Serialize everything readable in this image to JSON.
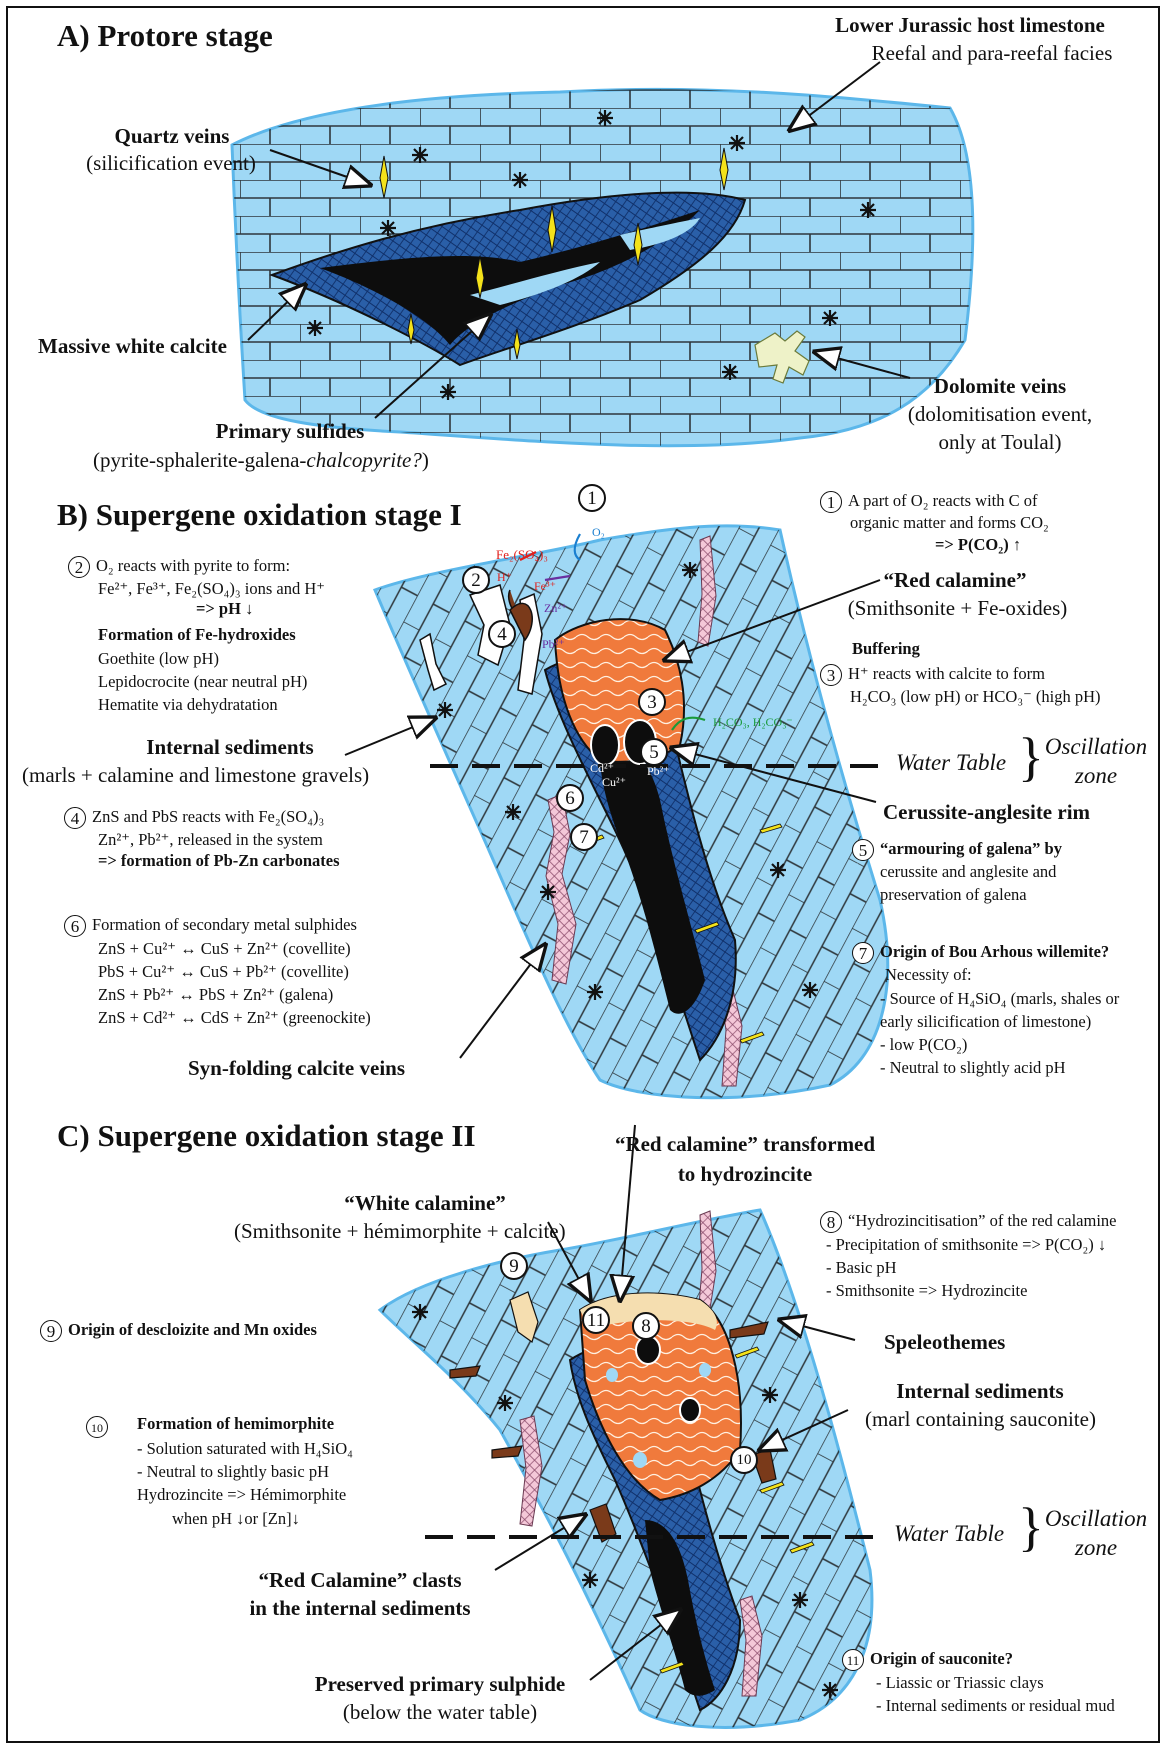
{
  "panelA": {
    "title": "A) Protore stage",
    "host_bold": "Lower Jurassic host limestone",
    "host_sub": "Reefal and para-reefal facies",
    "quartz_bold": "Quartz veins",
    "quartz_sub": "(silicification event)",
    "calcite_bold": "Massive white calcite",
    "dolomite_bold": "Dolomite veins",
    "dolomite_sub1": "(dolomitisation event,",
    "dolomite_sub2": "only at Toulal)",
    "sulfides_bold": "Primary sulfides",
    "sulfides_sub": "(pyrite-sphalerite-galena-",
    "sulfides_ital": "chalcopyrite?",
    "sulfides_end": ")"
  },
  "panelB": {
    "title": "B) Supergene oxidation stage I",
    "n1": "1",
    "n2": "2",
    "n3": "3",
    "n4": "4",
    "n5": "5",
    "n6": "6",
    "n7": "7",
    "o2": "O₂",
    "fe2so43": "Fe₂(SO₄)₃",
    "hplus": "H⁺",
    "fe3": "Fe³⁺",
    "zn2": "Zn²⁺",
    "pb2": "Pb²⁺",
    "h2co3": "H₂CO₃, H₂CO₃⁻",
    "cd2": "Cd²⁺",
    "cu2": "Cu²⁺",
    "pb2b": "Pb²⁺",
    "note1_l1": "A part of O₂ reacts with C of",
    "note1_l2": "organic matter and forms CO₂",
    "note1_l3": "=> P(CO₂) ↑",
    "red_cal_bold": "“Red calamine”",
    "red_cal_sub": "(Smithsonite + Fe-oxides)",
    "note3_title": "Buffering",
    "note3_l1": "H⁺ reacts with calcite to form",
    "note3_l2": "H₂CO₃ (low pH) or HCO₃⁻ (high pH)",
    "note2_l1": "O₂ reacts with pyrite to form:",
    "note2_l2": "Fe²⁺, Fe³⁺, Fe₂(SO₄)₃ ions and H⁺",
    "note2_l3": "=> pH ↓",
    "note2_l4": "Formation of Fe-hydroxides",
    "note2_l5": "Goethite (low pH)",
    "note2_l6": "Lepidocrocite (near neutral pH)",
    "note2_l7": "Hematite via dehydratation",
    "intsed_bold": "Internal sediments",
    "intsed_sub": "(marls + calamine and limestone gravels)",
    "water_table": "Water Table",
    "oscillation1": "Oscillation",
    "oscillation2": "zone",
    "cerussite": "Cerussite-anglesite rim",
    "note4_l1": "ZnS and PbS reacts with Fe₂(SO₄)₃",
    "note4_l2": "Zn²⁺, Pb²⁺, released in the system",
    "note4_l3": "=> formation of Pb-Zn carbonates",
    "note5_l1": "“armouring of galena” by",
    "note5_l2": "cerussite and anglesite and",
    "note5_l3": "preservation of galena",
    "note6_l1": "Formation of secondary metal sulphides",
    "note6_l2": "ZnS + Cu²⁺ ↔ CuS + Zn²⁺ (covellite)",
    "note6_l3": "PbS + Cu²⁺ ↔ CuS + Pb²⁺ (covellite)",
    "note6_l4": "ZnS + Pb²⁺ ↔ PbS + Zn²⁺ (galena)",
    "note6_l5": "ZnS + Cd²⁺ ↔ CdS + Zn²⁺ (greenockite)",
    "note7_title": "Origin of Bou Arhous willemite?",
    "note7_l1": "Necessity of:",
    "note7_l2": "- Source of H₄SiO₄ (marls, shales or",
    "note7_l3": "early silicification of limestone)",
    "note7_l4": "- low P(CO₂)",
    "note7_l5": "- Neutral to slightly acid pH",
    "synfold": "Syn-folding calcite veins"
  },
  "panelC": {
    "title": "C) Supergene oxidation stage II",
    "n8": "8",
    "n9": "9",
    "n10": "10",
    "n11": "11",
    "redtrans_l1": "“Red calamine” transformed",
    "redtrans_l2": "to hydrozincite",
    "white_bold": "“White calamine”",
    "white_sub": "(Smithsonite + hémimorphite + calcite)",
    "note8_l1": "“Hydrozincitisation” of the red calamine",
    "note8_l2": "- Precipitation of smithsonite => P(CO₂) ↓",
    "note8_l3": "- Basic pH",
    "note8_l4": "- Smithsonite  => Hydrozincite",
    "note9": "Origin of descloizite and Mn oxides",
    "speleo": "Speleothemes",
    "intsed_bold": "Internal sediments",
    "intsed_sub": "(marl containing sauconite)",
    "note10_title": "Formation of hemimorphite",
    "note10_l1": "- Solution saturated with H₄SiO₄",
    "note10_l2": "- Neutral to slightly basic pH",
    "note10_l3": "Hydrozincite => Hémimorphite",
    "note10_l4": "when pH ↓or [Zn]↓",
    "water_table": "Water Table",
    "oscillation1": "Oscillation",
    "oscillation2": "zone",
    "clasts_l1": "“Red Calamine” clasts",
    "clasts_l2": "in the internal sediments",
    "preserved_bold": "Preserved primary sulphide",
    "preserved_sub": "(below the water table)",
    "note11_title": "Origin of sauconite?",
    "note11_l1": "- Liassic or Triassic clays",
    "note11_l2": "- Internal sediments or residual mud"
  },
  "colors": {
    "limestone": "#9fd8f5",
    "limestone_dark": "#5cb7ea",
    "ore_blue": "#2a5fa8",
    "sulfide": "#0d0d0d",
    "red_calamine": "#f07a3c",
    "fe_oxide": "#7a3a1a",
    "quartz": "#f4e21a",
    "dolomite": "#eef2c8",
    "calcite_vein": "#f4c8d8",
    "red_text": "#e0201c",
    "purple_text": "#6a2fa0",
    "green_text": "#1a9a3a",
    "blue_text": "#1a7fd0"
  }
}
